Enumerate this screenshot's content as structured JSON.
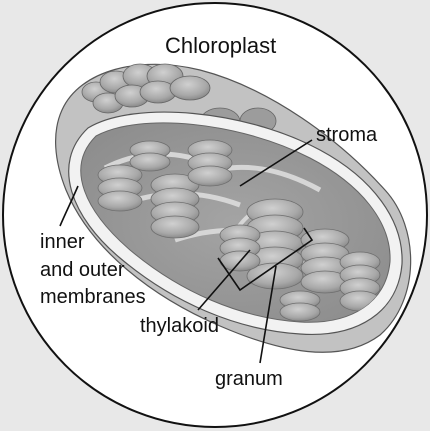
{
  "title": "Chloroplast",
  "labels": {
    "stroma": "stroma",
    "membranes_line1": "inner",
    "membranes_line2": "and outer",
    "membranes_line3": "membranes",
    "thylakoid": "thylakoid",
    "granum": "granum"
  },
  "colors": {
    "background": "#e8e8e8",
    "circle_fill": "#ffffff",
    "outer_body": "#c2c2c2",
    "membrane_band": "#f2f2f2",
    "stroma": "#9a9a9a",
    "thylakoid_fill": "#b3b3b3",
    "thylakoid_edge": "#6e6e6e",
    "ink": "#111111"
  }
}
